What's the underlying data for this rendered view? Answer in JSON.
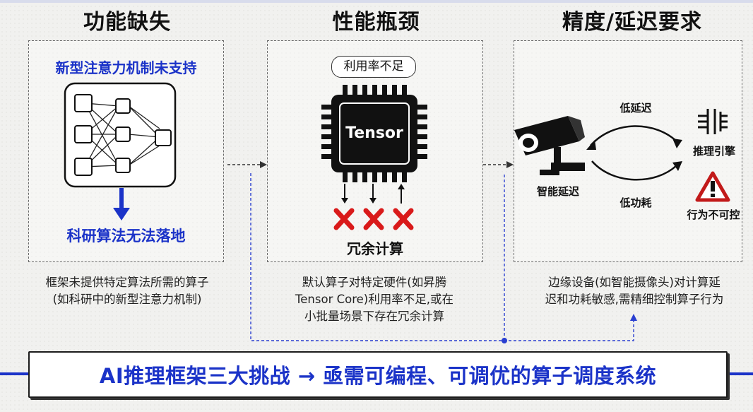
{
  "columns": [
    {
      "title": "功能缺失",
      "box_heading": "新型注意力机制未支持",
      "box_footer": "科研算法无法落地",
      "description": [
        "框架未提供特定算法所需的算子",
        "(如科研中的新型注意力机制)"
      ]
    },
    {
      "title": "性能瓶颈",
      "pill": "利用率不足",
      "chip_label": "Tensor",
      "box_footer": "冗余计算",
      "description": [
        "默认算子对特定硬件(如昇腾",
        "Tensor Core)利用率不足,或在",
        "小批量场景下存在冗余计算"
      ]
    },
    {
      "title": "精度/延迟要求",
      "camera_label": "智能延迟",
      "arrow_top_label": "低延迟",
      "arrow_bottom_label": "低功耗",
      "engine_label": "推理引擎",
      "warning_label": "行为不可控",
      "description": [
        "边缘设备(如智能摄像头)对计算延",
        "迟和功耗敏感,需精细控制算子行为"
      ]
    }
  ],
  "conclusion": "AI推理框架三大挑战 → 亟需可编程、可调优的算子调度系统",
  "colors": {
    "accent_blue": "#1b33c8",
    "cross_red": "#d91a1a",
    "warning_red": "#c21a1a",
    "dark": "#1c1c1c"
  },
  "icons": [
    "neural-network-icon",
    "down-arrow-icon",
    "chip-icon",
    "cross-icon",
    "camera-icon",
    "engine-icon",
    "warning-icon"
  ]
}
